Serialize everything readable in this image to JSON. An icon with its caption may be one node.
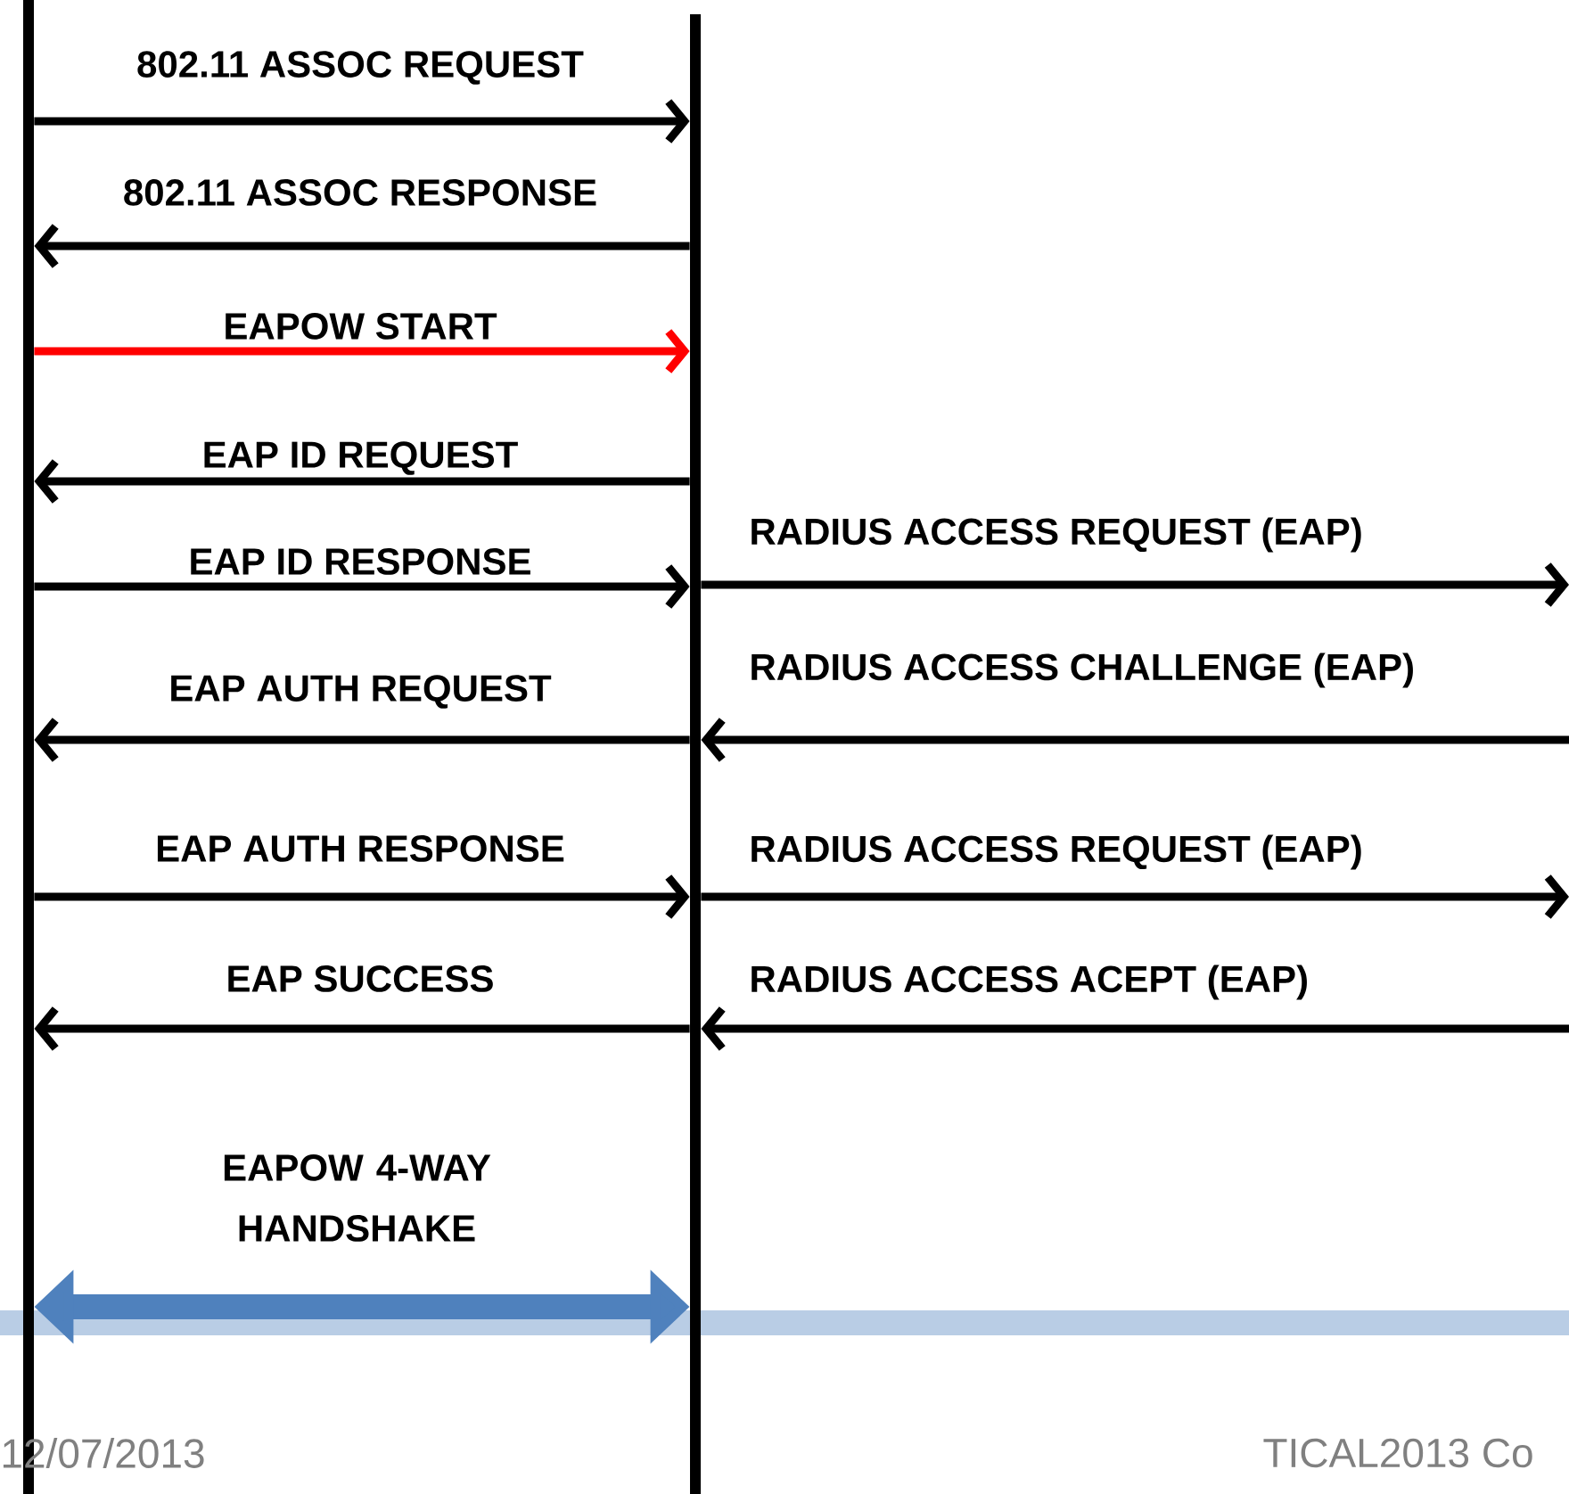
{
  "diagram": {
    "nodes": [
      {
        "text": [],
        "shape": "bar"
      },
      {
        "text": [],
        "shape": "bar"
      }
    ],
    "edges": [
      {
        "from": 0,
        "to": 1,
        "arrow": "to",
        "label": "802.11 ASSOC REQUEST"
      },
      {
        "from": 1,
        "to": 0,
        "arrow": "to",
        "label": "802.11 ASSOC RESPONSE"
      },
      {
        "from": 0,
        "to": 1,
        "arrow": "to",
        "label": "EAPOW START",
        "color": "#ff0000"
      },
      {
        "from": 1,
        "to": 0,
        "arrow": "to",
        "label": "EAP ID REQUEST"
      },
      {
        "from": 0,
        "to": 1,
        "arrow": "to",
        "label": "EAP ID RESPONSE"
      },
      {
        "from": 1,
        "to": null,
        "arrow": "to",
        "label": "RADIUS ACCESS REQUEST (EAP)"
      },
      {
        "from": 1,
        "to": 0,
        "arrow": "to",
        "label": "EAP AUTH REQUEST"
      },
      {
        "from": null,
        "to": 1,
        "arrow": "to",
        "label": "RADIUS ACCESS CHALLENGE (EAP)"
      },
      {
        "from": 0,
        "to": 1,
        "arrow": "to",
        "label": "EAP AUTH RESPONSE"
      },
      {
        "from": 1,
        "to": null,
        "arrow": "to",
        "label": "RADIUS ACCESS REQUEST (EAP)"
      },
      {
        "from": 1,
        "to": 0,
        "arrow": "to",
        "label": "EAP SUCCESS"
      },
      {
        "from": null,
        "to": 1,
        "arrow": "to",
        "label": "RADIUS ACCESS ACEPT (EAP)"
      },
      {
        "from": 0,
        "to": 1,
        "arrow": "both",
        "label": "EAPOW 4-WAY HANDSHAKE",
        "style": "thick",
        "color": "#4f81bd"
      }
    ],
    "labels": [
      "12/07/2013",
      "TICAL2013 Co"
    ]
  }
}
